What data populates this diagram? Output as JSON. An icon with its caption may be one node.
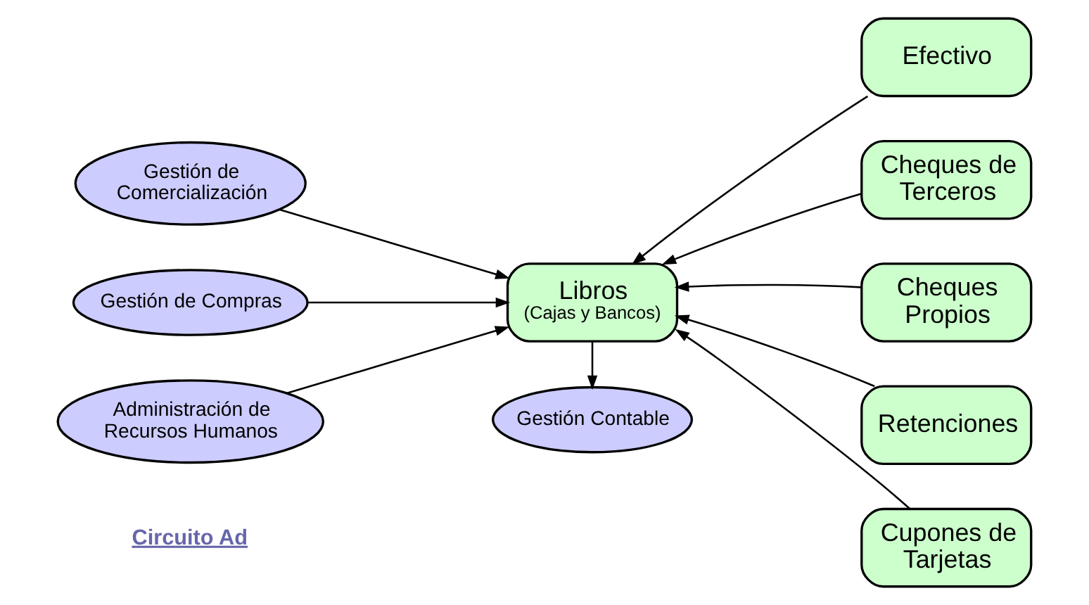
{
  "diagram": {
    "nodes": [
      {
        "text": [
          "Gestión Contable"
        ]
      },
      {
        "text": [
          "Gestión de Comercialización"
        ]
      },
      {
        "text": [
          "Gestión de Compras"
        ]
      },
      {
        "text": [
          "Administración de Recursos Humanos"
        ]
      },
      {
        "text": [
          "Libros",
          "(Cajas y Bancos)"
        ]
      },
      {
        "text": [
          "Efectivo"
        ]
      },
      {
        "text": [
          "Cheques de Terceros"
        ]
      },
      {
        "text": [
          "Cheques Propios"
        ]
      },
      {
        "text": [
          "Retenciones"
        ]
      },
      {
        "text": [
          "Cupones de Tarjetas"
        ]
      }
    ],
    "edges": [
      {
        "from": 1,
        "to": 4,
        "arrow": "to"
      },
      {
        "from": 2,
        "to": 4,
        "arrow": "to"
      },
      {
        "from": 3,
        "to": 4,
        "arrow": "to"
      },
      {
        "from": 4,
        "to": 0,
        "arrow": "to"
      },
      {
        "from": 5,
        "to": 4,
        "arrow": "to"
      },
      {
        "from": 6,
        "to": 4,
        "arrow": "to"
      },
      {
        "from": 7,
        "to": 4,
        "arrow": "to"
      },
      {
        "from": 8,
        "to": 4,
        "arrow": "to"
      },
      {
        "from": 9,
        "to": 4,
        "arrow": "to"
      }
    ],
    "labels": [
      "Circuito Ad"
    ]
  }
}
